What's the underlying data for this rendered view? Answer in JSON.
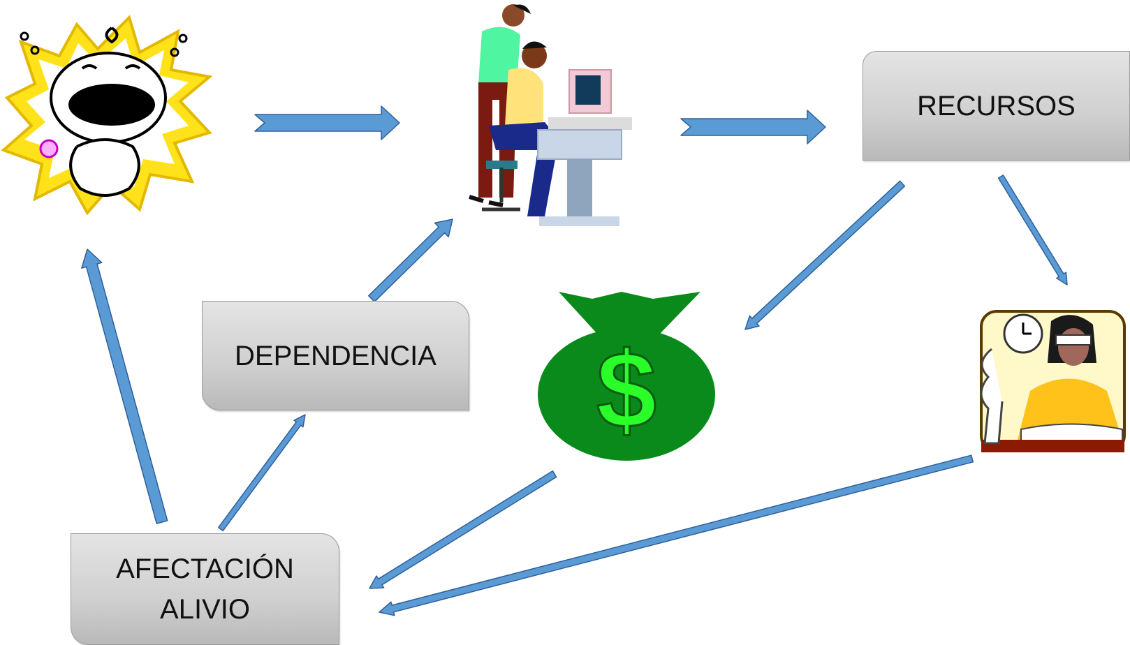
{
  "boxes": {
    "recursos": "RECURSOS",
    "dependencia": "DEPENDENCIA",
    "afectacion_line1": "AFECTACIÓN",
    "afectacion_line2": "ALIVIO"
  },
  "icons": {
    "crying_baby": "crying-baby-icon",
    "people_at_computer": "people-at-computer-icon",
    "money_bag": "money-bag-icon",
    "person_at_desk": "person-at-desk-icon",
    "money_symbol": "$"
  },
  "colors": {
    "arrow_fill": "#5b9bd5",
    "arrow_stroke": "#2e5f99",
    "box_fill": "#cfcfcf",
    "money_green": "#0a8a1a",
    "dollar_green": "#2aff2a",
    "burst_yellow": "#ffe21a"
  }
}
